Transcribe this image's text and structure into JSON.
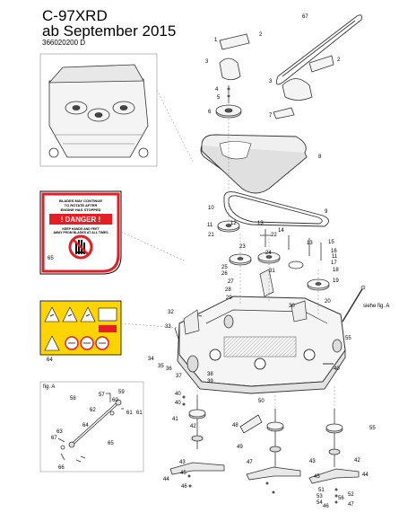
{
  "header": {
    "model": "C-97XRD",
    "validity": "ab September 2015",
    "part_number": "366020200 D"
  },
  "danger_decal": {
    "warning_top": [
      "BLADES MAY CONTINUE",
      "TO ROTATE AFTER",
      "ENGINE HAS STOPPED"
    ],
    "signal_word": "! DANGER !",
    "warning_bottom": [
      "KEEP HANDS AND FEET",
      "AWAY FROM BLADES AT ALL TIMES"
    ]
  },
  "detail_box": {
    "label": "fig. A",
    "callout": "siehe fig. A"
  },
  "callouts": [
    "1",
    "2",
    "3",
    "4",
    "5",
    "6",
    "7",
    "8",
    "9",
    "10",
    "11",
    "12",
    "13",
    "14",
    "15",
    "16",
    "17",
    "18",
    "19",
    "20",
    "21",
    "22",
    "23",
    "24",
    "25",
    "26",
    "27",
    "28",
    "29",
    "30",
    "31",
    "32",
    "33",
    "34",
    "35",
    "36",
    "37",
    "38",
    "39",
    "40",
    "41",
    "42",
    "43",
    "44",
    "45",
    "46",
    "47",
    "48",
    "49",
    "50",
    "51",
    "52",
    "53",
    "54",
    "55",
    "56",
    "57",
    "58",
    "59",
    "60",
    "61",
    "62",
    "63",
    "64",
    "65",
    "66",
    "67"
  ],
  "colors": {
    "decal_red": "#e31e24",
    "decal_yellow": "#ffd400",
    "line": "#333333",
    "leader": "#777777"
  }
}
